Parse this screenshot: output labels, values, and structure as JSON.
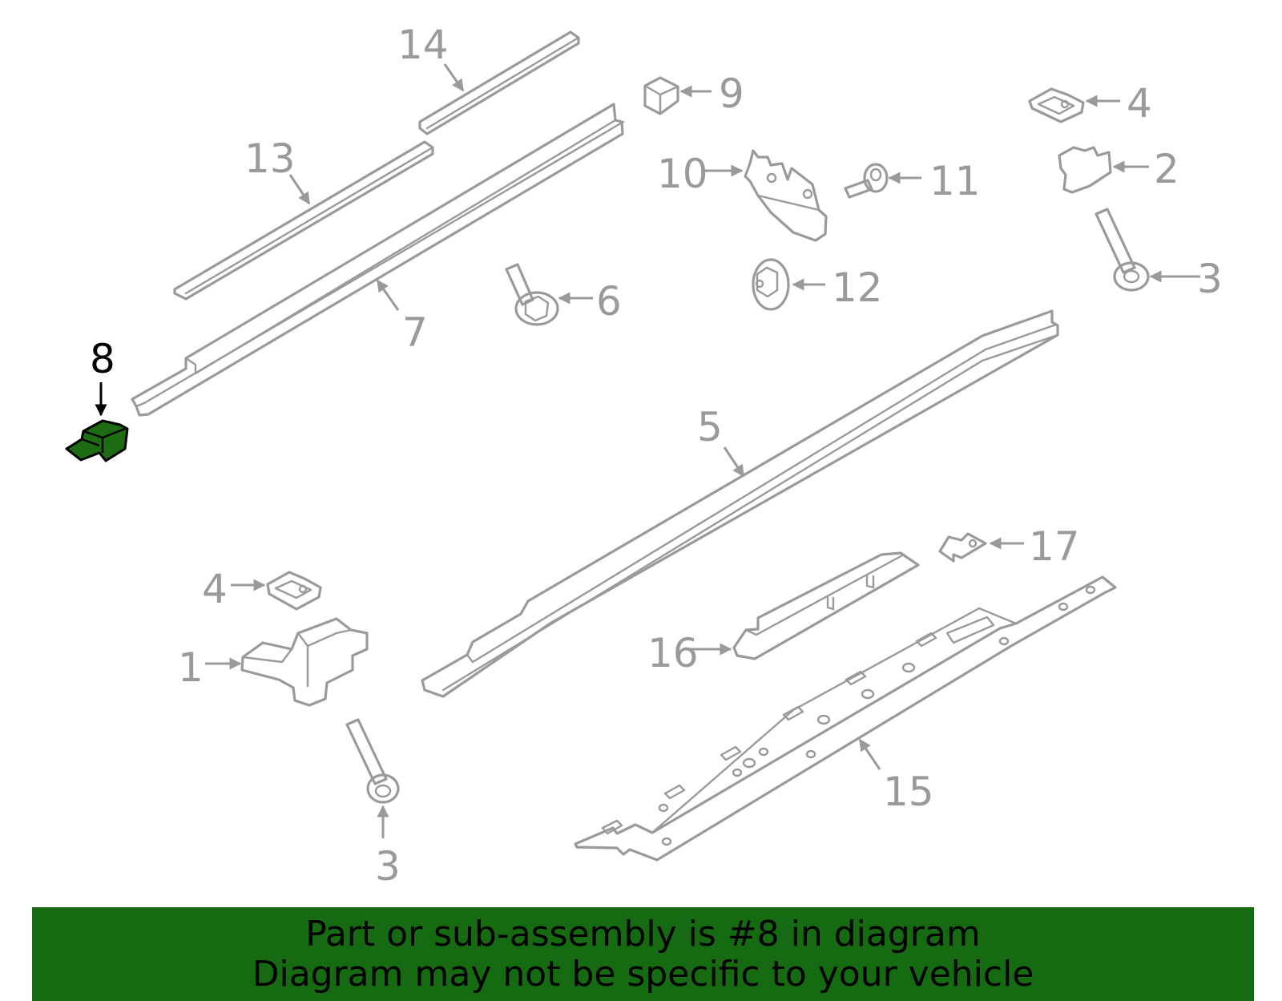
{
  "callouts": {
    "c1": "1",
    "c2": "2",
    "c3a": "3",
    "c3b": "3",
    "c4a": "4",
    "c4b": "4",
    "c5": "5",
    "c6": "6",
    "c7": "7",
    "c8": "8",
    "c9": "9",
    "c10": "10",
    "c11": "11",
    "c12": "12",
    "c13": "13",
    "c14": "14",
    "c15": "15",
    "c16": "16",
    "c17": "17"
  },
  "highlight_color": "#166b12",
  "banner": {
    "line1": "Part or sub-assembly is #8 in diagram",
    "line2": "Diagram may not be specific to your vehicle"
  }
}
